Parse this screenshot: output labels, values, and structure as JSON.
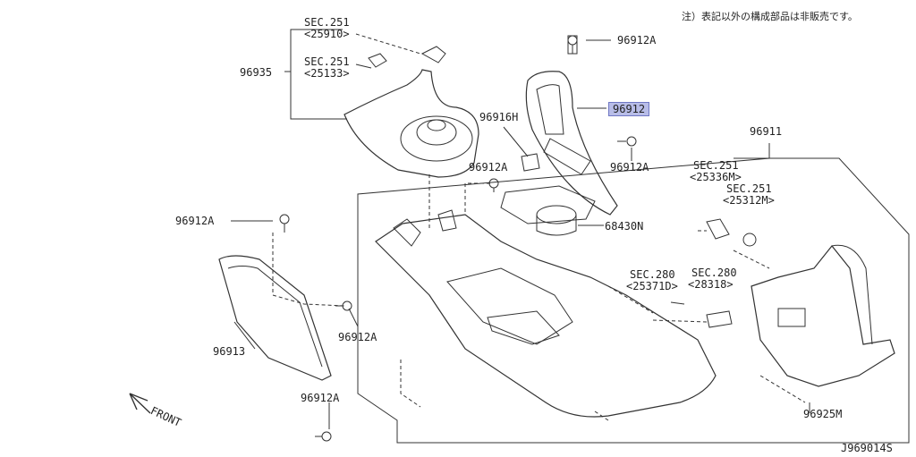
{
  "note": "注）表記以外の構成部品は非販売です。",
  "diagram_id": "J969014S",
  "front_label": "FRONT",
  "highlight_color": "#b8bde8",
  "labels": {
    "sec251_a": "SEC.251",
    "sec251_a_ref": "<25910>",
    "sec251_b": "SEC.251",
    "sec251_b_ref": "<25133>",
    "p96935": "96935",
    "p96912a_top": "96912A",
    "p96912": "96912",
    "p96916h": "96916H",
    "p96912a_mid": "96912A",
    "p96912a_right": "96912A",
    "p68430n": "68430N",
    "p96911": "96911",
    "sec251_c": "SEC.251",
    "sec251_c_ref": "<25336M>",
    "sec251_d": "SEC.251",
    "sec251_d_ref": "<25312M>",
    "p96912a_left": "96912A",
    "sec280_a": "SEC.280",
    "sec280_a_ref": "<25371D>",
    "sec280_b": "SEC.280",
    "sec280_b_ref": "<28318>",
    "p96913": "96913",
    "p96912a_lowmid": "96912A",
    "p96912a_bottom": "96912A",
    "p96925m": "96925M"
  }
}
